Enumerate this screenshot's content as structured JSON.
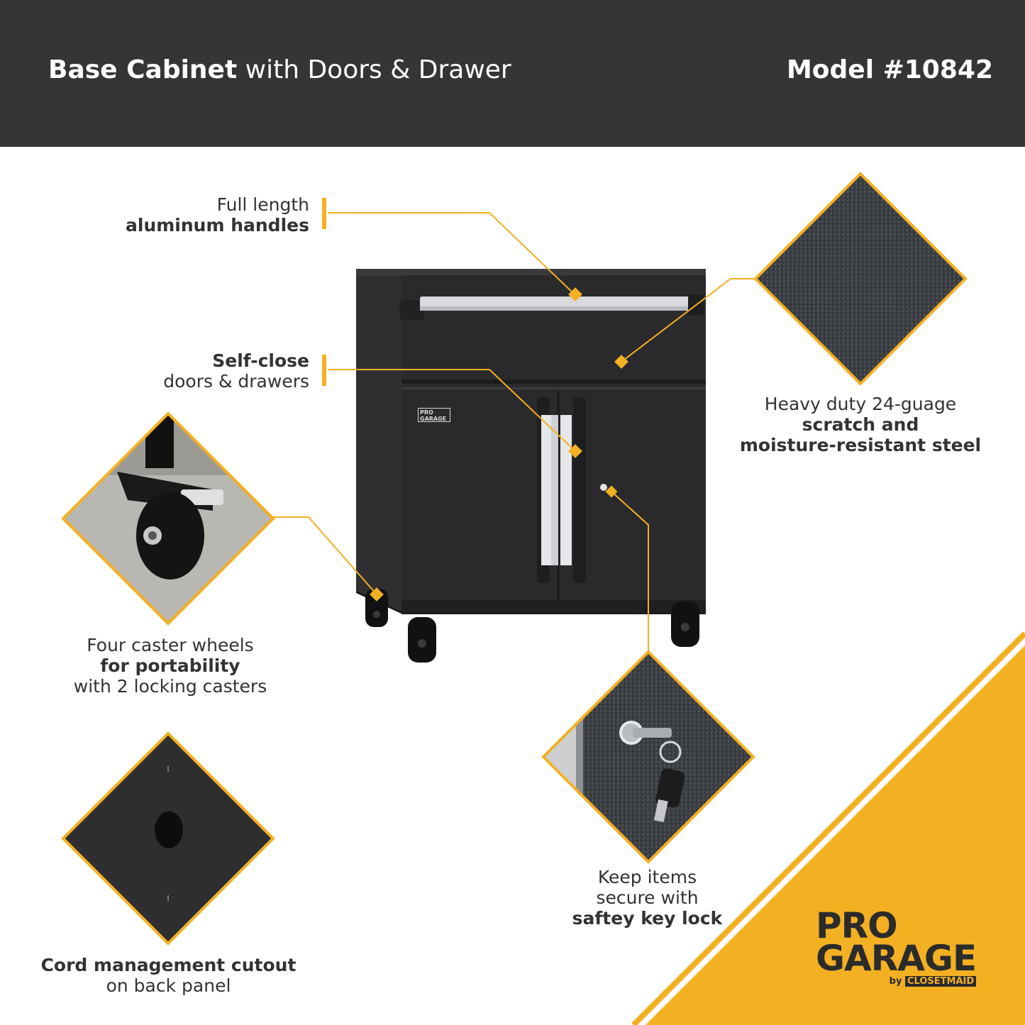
{
  "header": {
    "title_bold": "Base Cabinet",
    "title_rest": " with Doors & Drawer",
    "model": "Model #10842"
  },
  "features": {
    "handles": {
      "line1": "Full length",
      "line2": "aluminum handles"
    },
    "self_close": {
      "line1": "Self-close",
      "line2": "doors & drawers"
    },
    "steel": {
      "line1": "Heavy duty 24-guage",
      "line2": "scratch and",
      "line3": "moisture-resistant steel"
    },
    "casters": {
      "line1": "Four caster wheels",
      "line2": "for portability",
      "line3": "with 2 locking casters"
    },
    "cord": {
      "line1": "Cord management cutout",
      "line2": "on back panel"
    },
    "lock": {
      "line1": "Keep items",
      "line2": "secure with",
      "line3": "saftey key lock"
    }
  },
  "cabinet_badge": {
    "line1": "PRO",
    "line2": "GARAGE"
  },
  "brand": {
    "line1": "PRO",
    "line2": "GARAGE",
    "by": "by",
    "maker": "CLOSETMAID"
  },
  "colors": {
    "header_bg": "#353537",
    "accent": "#f3b023",
    "cabinet": "#2a2a2c",
    "text": "#333333"
  }
}
